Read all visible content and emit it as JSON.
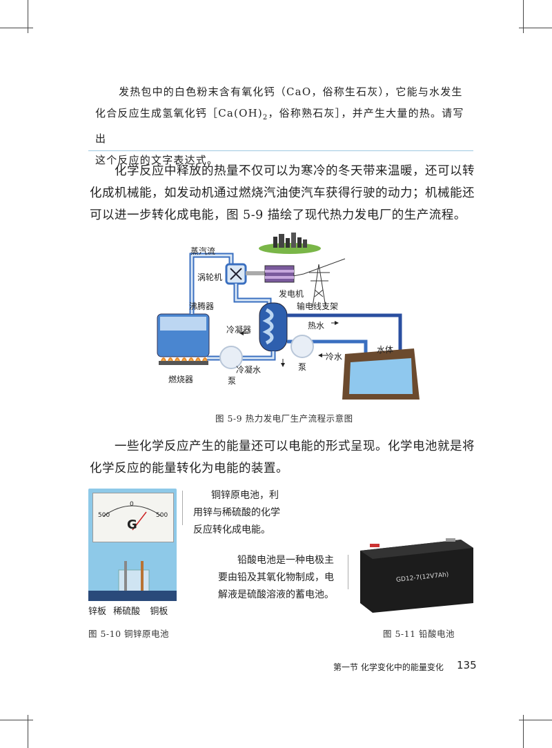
{
  "exercise": {
    "line1": "发热包中的白色粉末含有氧化钙（CaO，俗称生石灰），它能与水发生",
    "line2_a": "化合反应生成氢氧化钙［Ca(OH)",
    "line2_sub": "2",
    "line2_b": "，俗称熟石灰］，并产生大量的热。请写出",
    "line3": "这个反应的文字表达式。"
  },
  "para1": "化学反应中释放的热量不仅可以为寒冷的冬天带来温暖，还可以转化成机械能，如发动机通过燃烧汽油使汽车获得行驶的动力；机械能还可以进一步转化成电能，图 5-9 描绘了现代热力发电厂的生产流程。",
  "figure_5_9": {
    "labels": {
      "steam": "蒸汽流",
      "turbine": "涡轮机",
      "generator": "发电机",
      "boiler": "沸腾器",
      "tower": "输电线支架",
      "condenser": "冷凝器",
      "hot_water": "热水",
      "cold_water": "冷水",
      "water_body": "水体",
      "burner": "燃烧器",
      "pump1": "泵",
      "pump2": "泵",
      "condensate": "冷凝水",
      "meter_letter": "G"
    },
    "caption": "图 5-9   热力发电厂生产流程示意图"
  },
  "para2": "一些化学反应产生的能量还可以电能的形式呈现。化学电池就是将化学反应的能量转化为电能的装置。",
  "figure_5_10": {
    "note": [
      "铜锌原电池，利",
      "用锌与稀硫酸的化学",
      "反应转化成电能。"
    ],
    "labels": [
      "锌板",
      "稀硫酸",
      "铜板"
    ],
    "caption": "图 5-10   铜锌原电池",
    "meter_ticks": [
      "500",
      "0",
      "500"
    ]
  },
  "figure_5_11": {
    "note": [
      "铅酸电池是一种电极主",
      "要由铅及其氧化物制成，电",
      "解液是硫酸溶液的蓄电池。"
    ],
    "battery_label": "GD12-7(12V7Ah)",
    "caption": "图 5-11   铅酸电池"
  },
  "footer": {
    "section": "第一节   化学变化中的能量变化",
    "page_number": "135"
  },
  "colors": {
    "rule": "#9dc8e0",
    "pipe": "#3a6fc0",
    "pipe_light": "#dbe8f6",
    "flame": "#e8892a"
  }
}
